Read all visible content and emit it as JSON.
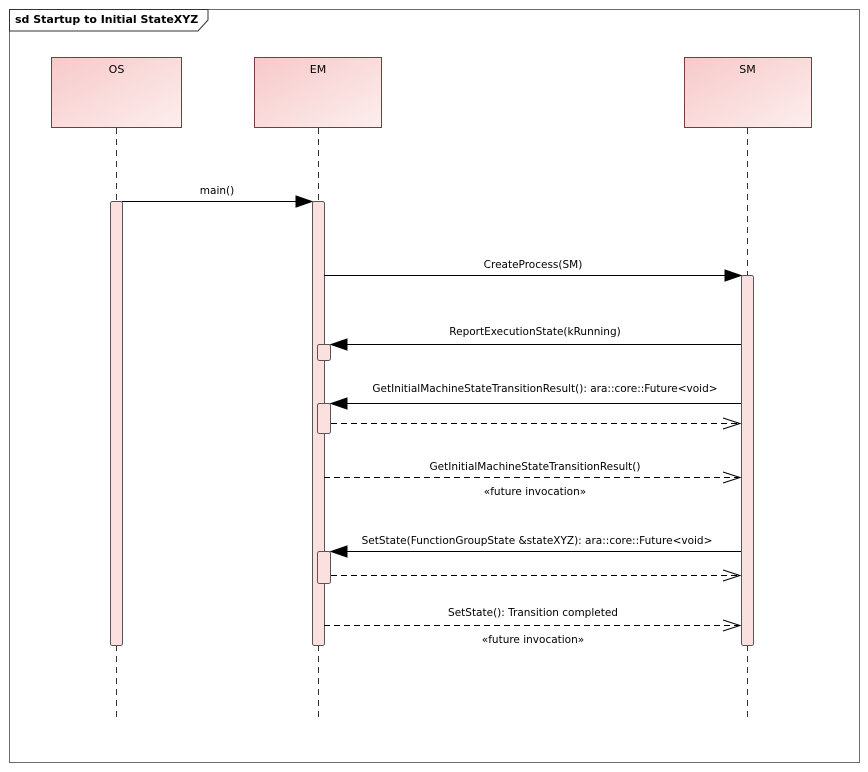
{
  "frame": {
    "title": "sd Startup to Initial StateXYZ"
  },
  "colors": {
    "lifeline_fill_top": "#f7c9c9",
    "lifeline_fill_bottom": "#fdeeee",
    "activation_fill": "#fbe0e0",
    "line": "#000000"
  },
  "lifelines": [
    {
      "id": "os",
      "name": "OS"
    },
    {
      "id": "em",
      "name": "EM"
    },
    {
      "id": "sm",
      "name": "SM"
    }
  ],
  "messages": [
    {
      "id": "main",
      "label": "main()",
      "from": "OS",
      "to": "EM",
      "kind": "synchronous call"
    },
    {
      "id": "create-process",
      "label": "CreateProcess(SM)",
      "from": "EM",
      "to": "SM",
      "kind": "synchronous call"
    },
    {
      "id": "report-execution-state",
      "label": "ReportExecutionState(kRunning)",
      "from": "SM",
      "to": "EM",
      "kind": "synchronous call"
    },
    {
      "id": "get-initial-call",
      "label": "GetInitialMachineStateTransitionResult(): ara::core::Future<void>",
      "from": "SM",
      "to": "EM",
      "kind": "synchronous call"
    },
    {
      "id": "get-initial-return",
      "label": "",
      "from": "EM",
      "to": "SM",
      "kind": "reply"
    },
    {
      "id": "get-initial-future",
      "label": "GetInitialMachineStateTransitionResult()",
      "label2": "«future invocation»",
      "from": "EM",
      "to": "SM",
      "kind": "reply"
    },
    {
      "id": "set-state-call",
      "label": "SetState(FunctionGroupState &stateXYZ): ara::core::Future<void>",
      "from": "SM",
      "to": "EM",
      "kind": "synchronous call"
    },
    {
      "id": "set-state-return",
      "label": "",
      "from": "EM",
      "to": "SM",
      "kind": "reply"
    },
    {
      "id": "set-state-future",
      "label": "SetState(): Transition completed",
      "label2": "«future invocation»",
      "from": "EM",
      "to": "SM",
      "kind": "reply"
    }
  ]
}
